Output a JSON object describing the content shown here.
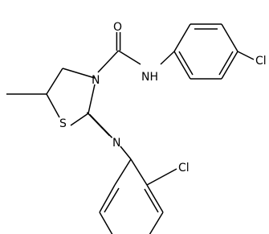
{
  "atom_labels": {
    "o": "O",
    "nh": "NH",
    "cl_top": "Cl",
    "n_ring": "N",
    "s": "S",
    "n_imine": "N",
    "cl_bottom": "Cl"
  },
  "colors": {
    "bond": "#000000",
    "label": "#000000",
    "background": "#ffffff"
  }
}
